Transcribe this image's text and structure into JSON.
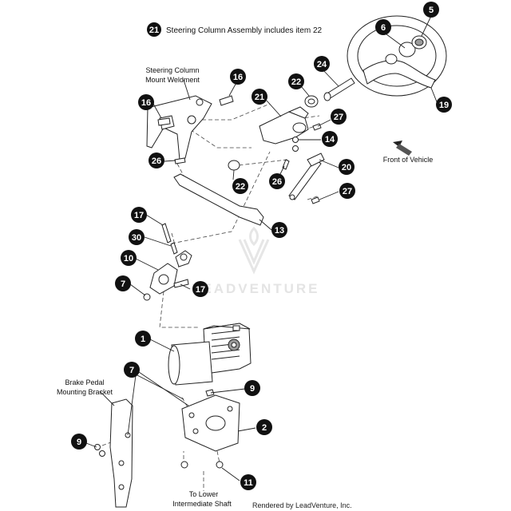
{
  "note": {
    "number": "21",
    "text": "Steering Column Assembly includes item 22"
  },
  "labels": {
    "mount_line1": "Steering Column",
    "mount_line2": "Mount Weldment",
    "front_vehicle": "Front of Vehicle",
    "bracket_line1": "Brake Pedal",
    "bracket_line2": "Mounting Bracket",
    "lower_line1": "To Lower",
    "lower_line2": "Intermediate Shaft"
  },
  "callouts": {
    "c5": "5",
    "c6": "6",
    "c19": "19",
    "c24": "24",
    "c22a": "22",
    "c27a": "27",
    "c14": "14",
    "c21": "21",
    "c16a": "16",
    "c16b": "16",
    "c26a": "26",
    "c22b": "22",
    "c20": "20",
    "c26b": "26",
    "c27b": "27",
    "c13": "13",
    "c17a": "17",
    "c30": "30",
    "c10": "10",
    "c7a": "7",
    "c17b": "17",
    "c1": "1",
    "c7b": "7",
    "c9a": "9",
    "c2": "2",
    "c9b": "9",
    "c11": "11"
  },
  "watermark": "LEADVENTURE",
  "footer": "Rendered by LeadVenture, Inc."
}
